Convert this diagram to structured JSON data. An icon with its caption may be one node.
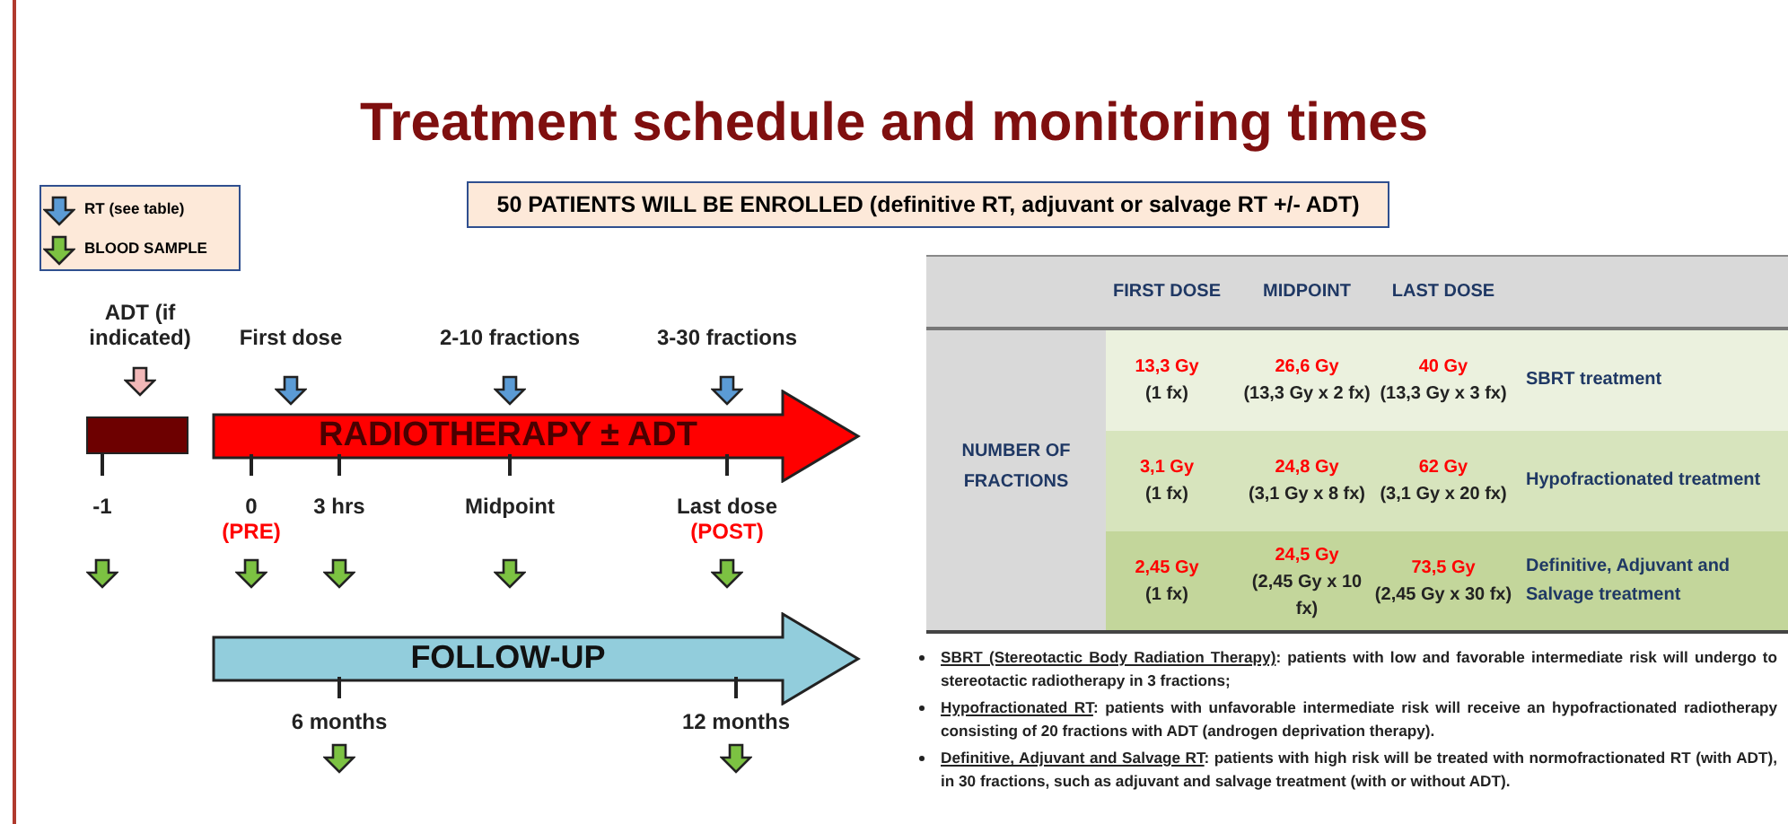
{
  "diagram": {
    "title": "Treatment schedule and monitoring times",
    "nodes": [
      {
        "text": [
          "50 PATIENTS WILL BE ENROLLED (definitive RT, adjuvant or salvage RT +/- ADT)"
        ]
      },
      {
        "text": [],
        "shape": "bar",
        "beside": [
          "ADT (if indicated)",
          "-1"
        ]
      },
      {
        "text": [
          "RADIOTHERAPY ± ADT"
        ],
        "beside": [
          "First dose",
          "2-10 fractions",
          "3-30 fractions",
          "0",
          "3 hrs",
          "Midpoint",
          "Last dose",
          "(PRE)",
          "(POST)"
        ]
      },
      {
        "text": [
          "FOLLOW-UP"
        ],
        "beside": [
          "6 months",
          "12 months"
        ]
      }
    ],
    "labels": [
      "FIRST DOSE",
      "MIDPOINT",
      "LAST DOSE",
      "NUMBER OF FRACTIONS",
      "13,3 Gy",
      "(1 fx)",
      "26,6 Gy",
      "(13,3 Gy x 2 fx)",
      "40 Gy",
      "(13,3 Gy x 3 fx)",
      "SBRT treatment",
      "3,1 Gy",
      "(1 fx)",
      "24,8 Gy",
      "(3,1 Gy x 8 fx)",
      "62 Gy",
      "(3,1 Gy x 20 fx)",
      "Hypofractionated treatment",
      "2,45 Gy",
      "(1 fx)",
      "24,5 Gy",
      "(2,45 Gy x 10 fx)",
      "73,5 Gy",
      "(2,45 Gy x 30 fx)",
      "Definitive, Adjuvant and Salvage treatment",
      "SBRT (Stereotactic Body Radiation Therapy): patients with low and favorable intermediate risk will undergo to stereotactic radiotherapy in 3 fractions;",
      "Hypofractionated RT: patients with unfavorable intermediate risk will receive an hypofractionated radiotherapy consisting of 20 fractions with ADT (androgen deprivation therapy).",
      "Definitive, Adjuvant and Salvage RT: patients with high risk will be treated with normofractionated RT (with ADT), in 30 fractions, such as adjuvant and salvage treatment (with or without ADT)."
    ],
    "legend": [
      {
        "text": "RT (see table)"
      },
      {
        "text": "BLOOD SAMPLE"
      }
    ]
  }
}
